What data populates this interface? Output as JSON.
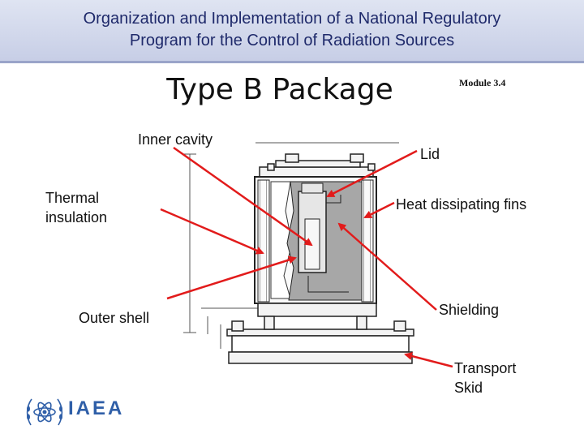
{
  "header": {
    "title_line1": "Organization and Implementation of a National Regulatory",
    "title_line2": "Program for the Control of Radiation Sources"
  },
  "slide": {
    "title": "Type B Package",
    "module": "Module 3.4"
  },
  "labels": {
    "inner_cavity": "Inner cavity",
    "thermal_insulation_1": "Thermal",
    "thermal_insulation_2": "insulation",
    "outer_shell": "Outer  shell",
    "lid": "Lid",
    "heat_fins": "Heat dissipating fins",
    "shielding": "Shielding",
    "transport_skid_1": "Transport",
    "transport_skid_2": "Skid"
  },
  "logo": {
    "text": "IAEA",
    "icon": "iaea-atom-laurel-icon"
  },
  "colors": {
    "header_text": "#1f2a6b",
    "arrow": "#e21b1b",
    "logo": "#2f5fa8"
  }
}
